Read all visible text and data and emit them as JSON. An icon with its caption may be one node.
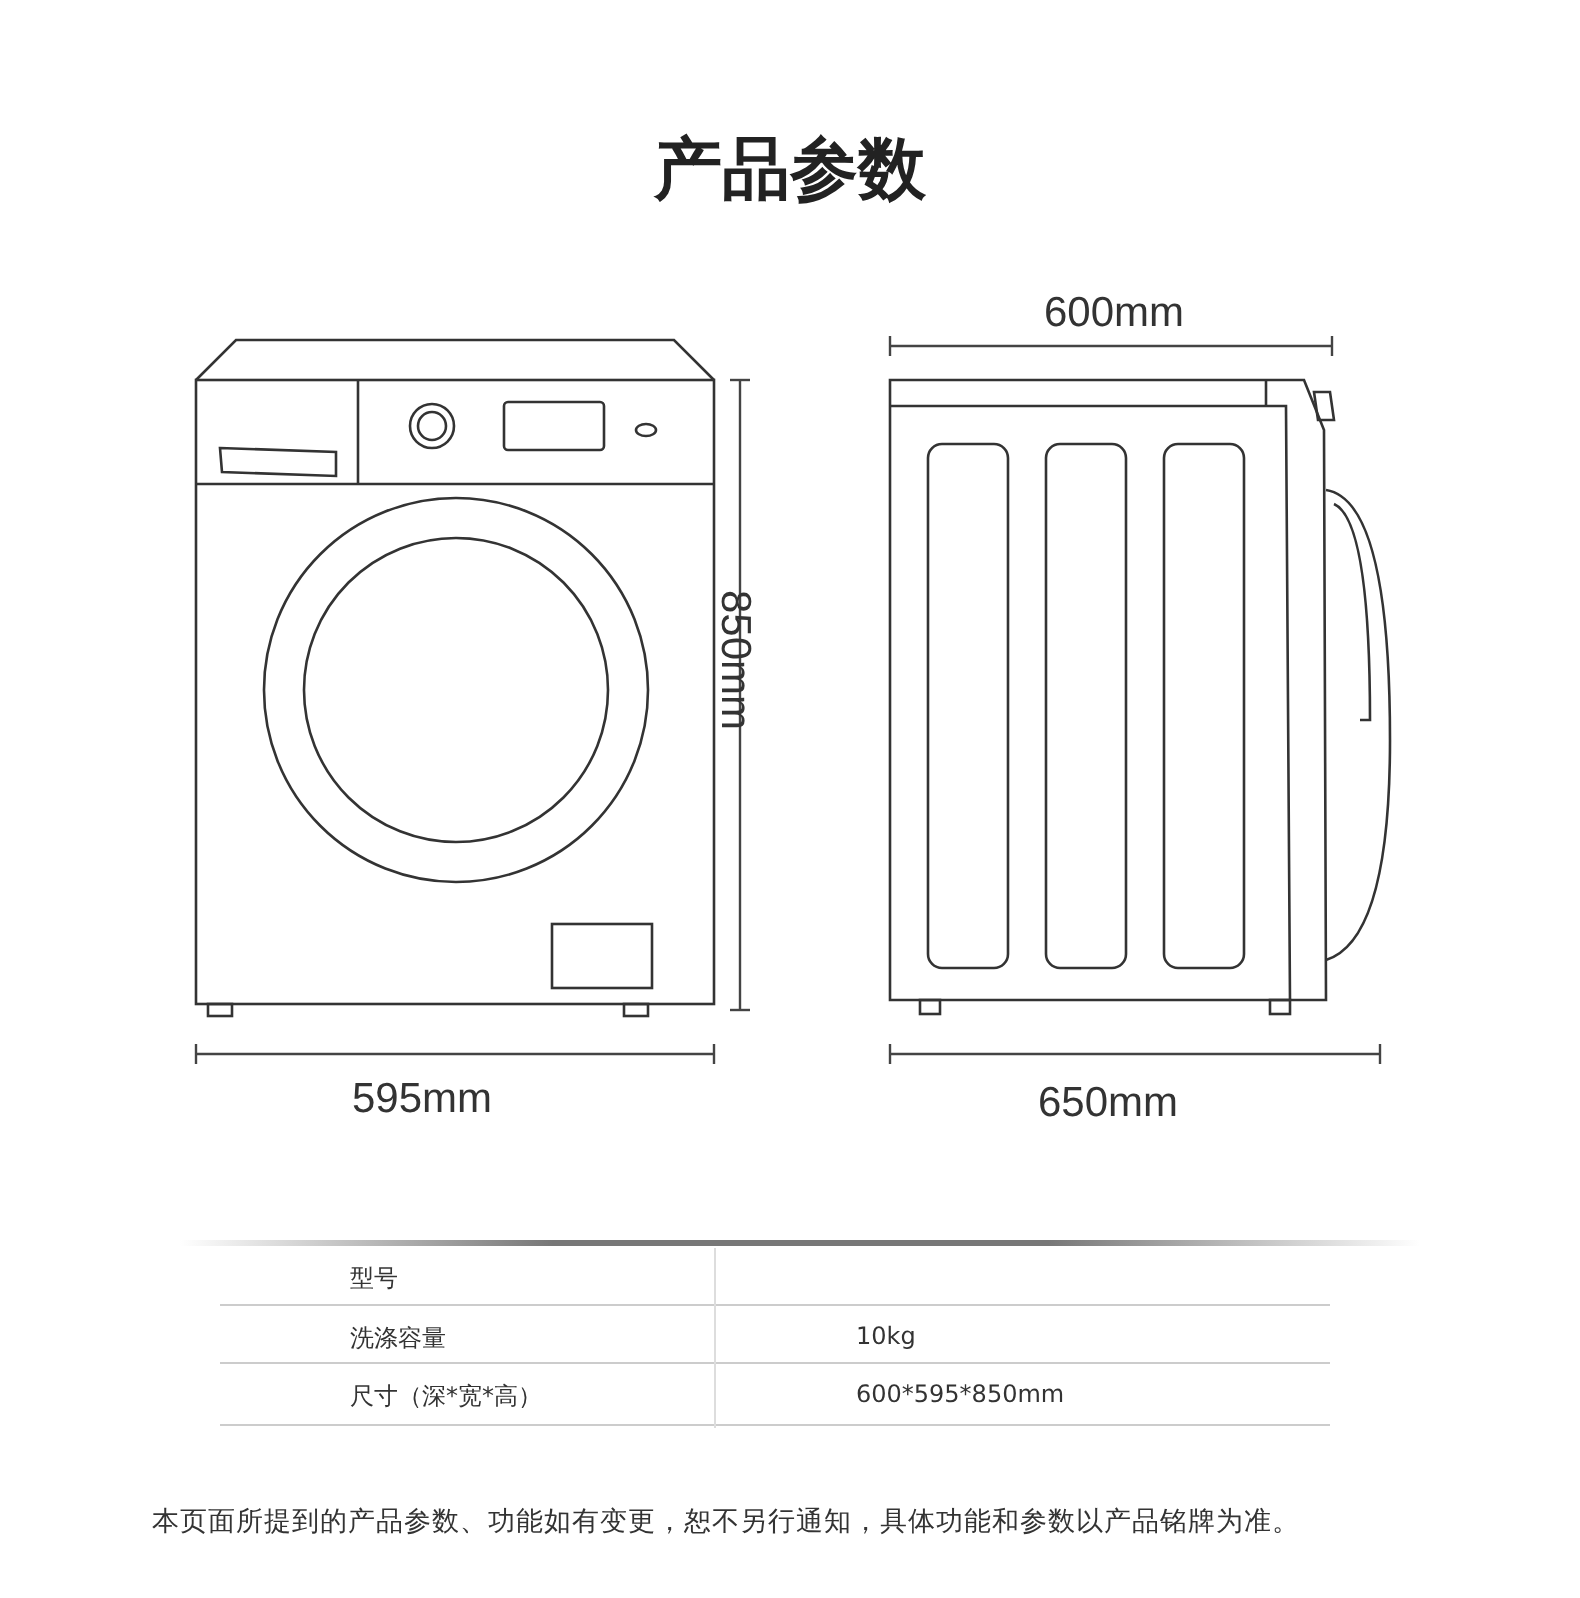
{
  "diagram": {
    "title": "产品参数",
    "labels": [
      "600mm",
      "850mm",
      "595mm",
      "650mm",
      "型号",
      "洗涤容量",
      "10kg",
      "尺寸（深*宽*高）",
      "600*595*850mm",
      "本页面所提到的产品参数、功能如有变更，恕不另行通知，具体功能和参数以产品铭牌为准。"
    ]
  }
}
